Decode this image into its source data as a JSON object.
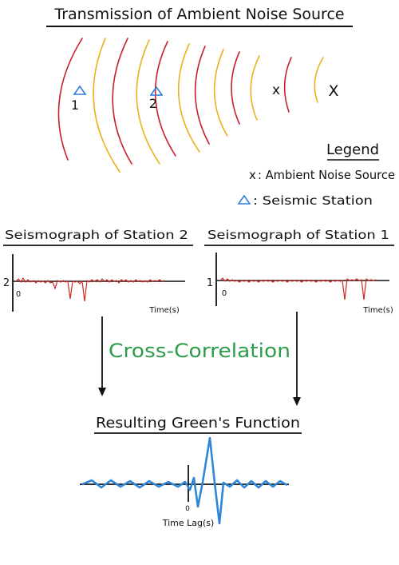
{
  "title": "Transmission of Ambient Noise Source",
  "stations": [
    {
      "label": "1"
    },
    {
      "label": "2"
    }
  ],
  "sources": [
    {
      "label": "x"
    },
    {
      "label": "X"
    }
  ],
  "legend": {
    "title": "Legend",
    "items": [
      {
        "symbol": "x",
        "text": ": Ambient Noise Source"
      },
      {
        "symbol": "triangle",
        "text": ": Seismic Station"
      }
    ]
  },
  "seismograph_left": {
    "title": "Seismograph of Station 2",
    "trace_label": "2",
    "origin_label": "0",
    "xlabel": "Time(s)"
  },
  "seismograph_right": {
    "title": "Seismograph of Station 1",
    "trace_label": "1",
    "origin_label": "0",
    "xlabel": "Time(s)"
  },
  "process_label": "Cross-Correlation",
  "result": {
    "title": "Resulting Green's Function",
    "origin_label": "0",
    "xlabel": "Time Lag(s)"
  },
  "colors": {
    "wave_red": "#c8202a",
    "wave_yellow": "#e8b21c",
    "station": "#2f7fd6",
    "green_text": "#2e9c4b",
    "green_fn": "#2f86d8",
    "trace_red": "#d12a2a"
  }
}
